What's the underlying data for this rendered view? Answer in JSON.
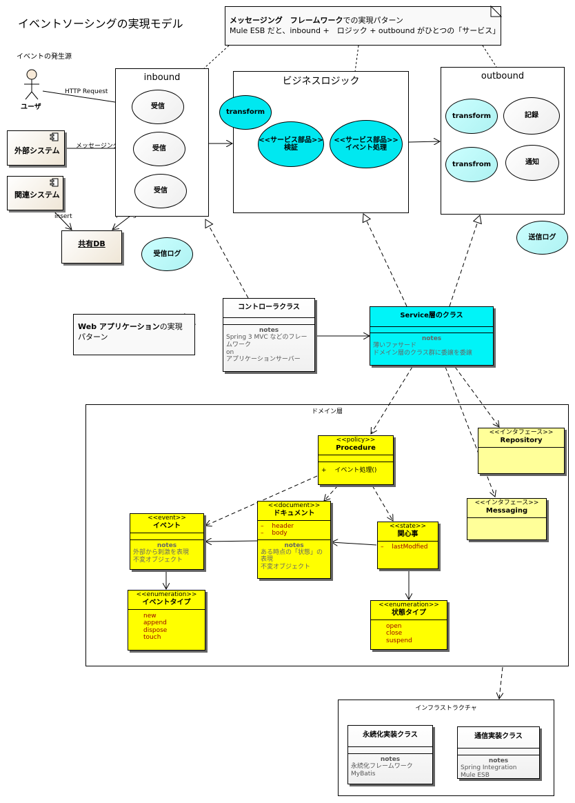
{
  "title": "イベントソーシングの実現モデル",
  "source_label": "イベントの発生源",
  "top_note": {
    "line1_bold": "メッセージング　フレームワーク",
    "line1_rest": "での実現パターン",
    "line2": "Mule ESB だと、inbound +　ロジック + outbound がひとつの「サービス」"
  },
  "actors": {
    "user": "ユーザ"
  },
  "systems": {
    "external": "外部システム",
    "related": "関連システム",
    "shared_db": "共有DB"
  },
  "edge_labels": {
    "http": "HTTP Request",
    "messaging": "メッセージング",
    "insert": "insert",
    "polling": "polling"
  },
  "inbound": {
    "title": "inbound",
    "recv1": "受信",
    "recv2": "受信",
    "recv3": "受信",
    "log": "受信ログ"
  },
  "logic": {
    "title": "ビジネスロジック",
    "transform": "transform",
    "verify_stereo": "<<サービス部品>>",
    "verify_name": "検証",
    "event_stereo": "<<サービス部品>>",
    "event_name": "イベント処理"
  },
  "outbound": {
    "title": "outbound",
    "transform1": "transform",
    "record": "記録",
    "transform2": "transfrom",
    "notify": "通知",
    "log": "送信ログ"
  },
  "web_note": {
    "line1_bold": "Web アプリケーション",
    "line1_rest": "の実現",
    "line2": "パターン"
  },
  "controller": {
    "name": "コントローラクラス",
    "notes_label": "notes",
    "notes": [
      "Spring 3 MVC などのフレー",
      "ムワーク",
      "on",
      "アプリケーションサーバー"
    ]
  },
  "service": {
    "name": "Service層のクラス",
    "notes_label": "notes",
    "notes": [
      "薄いファサード",
      "ドメイン層のクラス群に委譲を委譲"
    ]
  },
  "domain": {
    "title": "ドメイン層",
    "procedure": {
      "stereo": "<<policy>>",
      "name": "Procedure",
      "op": "+　 イベント処理()"
    },
    "repository": {
      "stereo": "<<インタフェース>>",
      "name": "Repository"
    },
    "messaging": {
      "stereo": "<<インタフェース>>",
      "name": "Messaging"
    },
    "event": {
      "stereo": "<<event>>",
      "name": "イベント",
      "notes_label": "notes",
      "notes": [
        "外部から刺激を表現",
        "不変オブジェクト"
      ]
    },
    "document": {
      "stereo": "<<document>>",
      "name": "ドキュメント",
      "attrs": [
        "–　 header",
        "–　 body"
      ],
      "notes_label": "notes",
      "notes": [
        "ある時点の「状態」の",
        "表現",
        "不変オブジェクト"
      ]
    },
    "concern": {
      "stereo": "<<state>>",
      "name": "関心事",
      "attrs": [
        "–　 lastModfied"
      ]
    },
    "event_type": {
      "stereo": "<<enumeration>>",
      "name": "イベントタイプ",
      "literals": [
        "new",
        "append",
        "dispose",
        "touch"
      ]
    },
    "state_type": {
      "stereo": "<<enumeration>>",
      "name": "状態タイプ",
      "literals": [
        "open",
        "close",
        "suspend"
      ]
    }
  },
  "infra": {
    "title": "インフラストラクチャ",
    "persist": {
      "name": "永続化実装クラス",
      "notes_label": "notes",
      "notes": [
        "永続化フレームワーク",
        "MyBatis"
      ]
    },
    "comm": {
      "name": "通信実装クラス",
      "notes_label": "notes",
      "notes": [
        "Spring Integration",
        "Mule ESB"
      ]
    }
  }
}
